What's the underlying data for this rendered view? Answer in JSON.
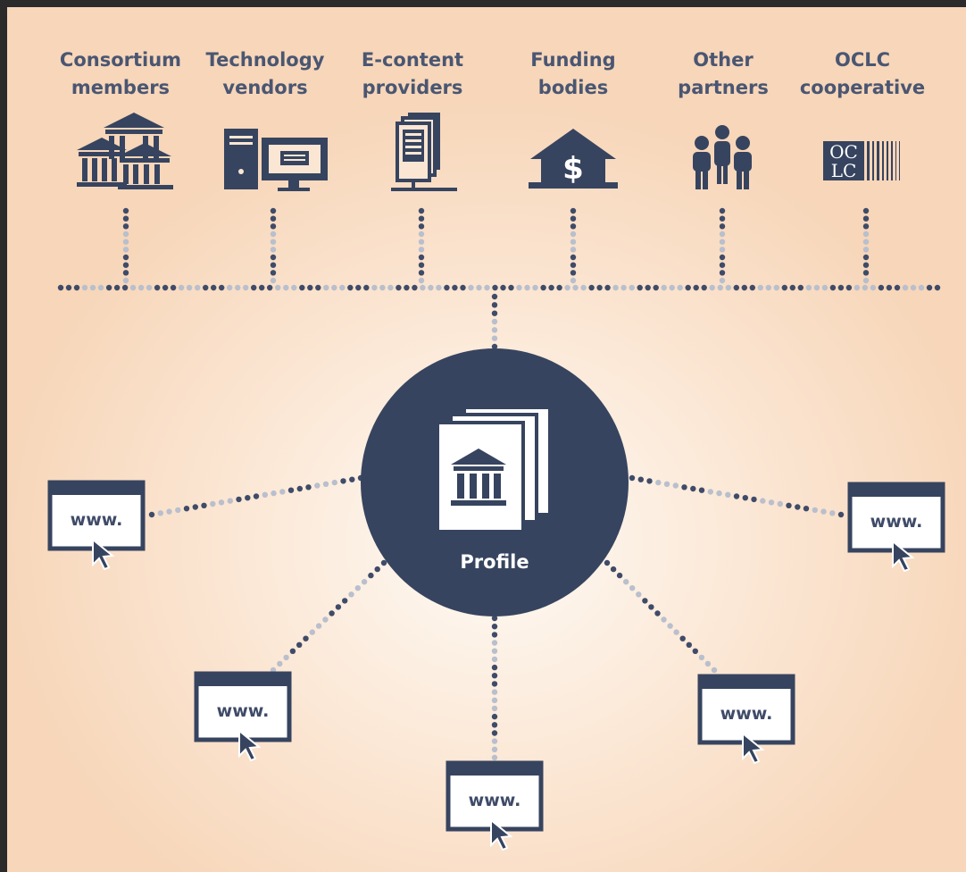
{
  "partners": [
    {
      "label": "Consortium\nmembers",
      "icon": "library-buildings-icon"
    },
    {
      "label": "Technology\nvendors",
      "icon": "computer-icon"
    },
    {
      "label": "E-content\nproviders",
      "icon": "document-stack-icon"
    },
    {
      "label": "Funding\nbodies",
      "icon": "bank-dollar-icon"
    },
    {
      "label": "Other\npartners",
      "icon": "people-group-icon"
    },
    {
      "label": "OCLC\ncooperative",
      "icon": "oclc-logo-icon"
    }
  ],
  "center": {
    "label": "Profile",
    "icon": "profile-documents-icon"
  },
  "websites": [
    {
      "text": "www."
    },
    {
      "text": "www."
    },
    {
      "text": "www."
    },
    {
      "text": "www."
    },
    {
      "text": "www."
    }
  ],
  "logo_text": {
    "line1": "OC",
    "line2": "LC"
  },
  "colors": {
    "navy": "#37445f",
    "dot_dark": "#3f4b68",
    "dot_light": "#b9bfcc",
    "background": "#fbe6d3"
  }
}
